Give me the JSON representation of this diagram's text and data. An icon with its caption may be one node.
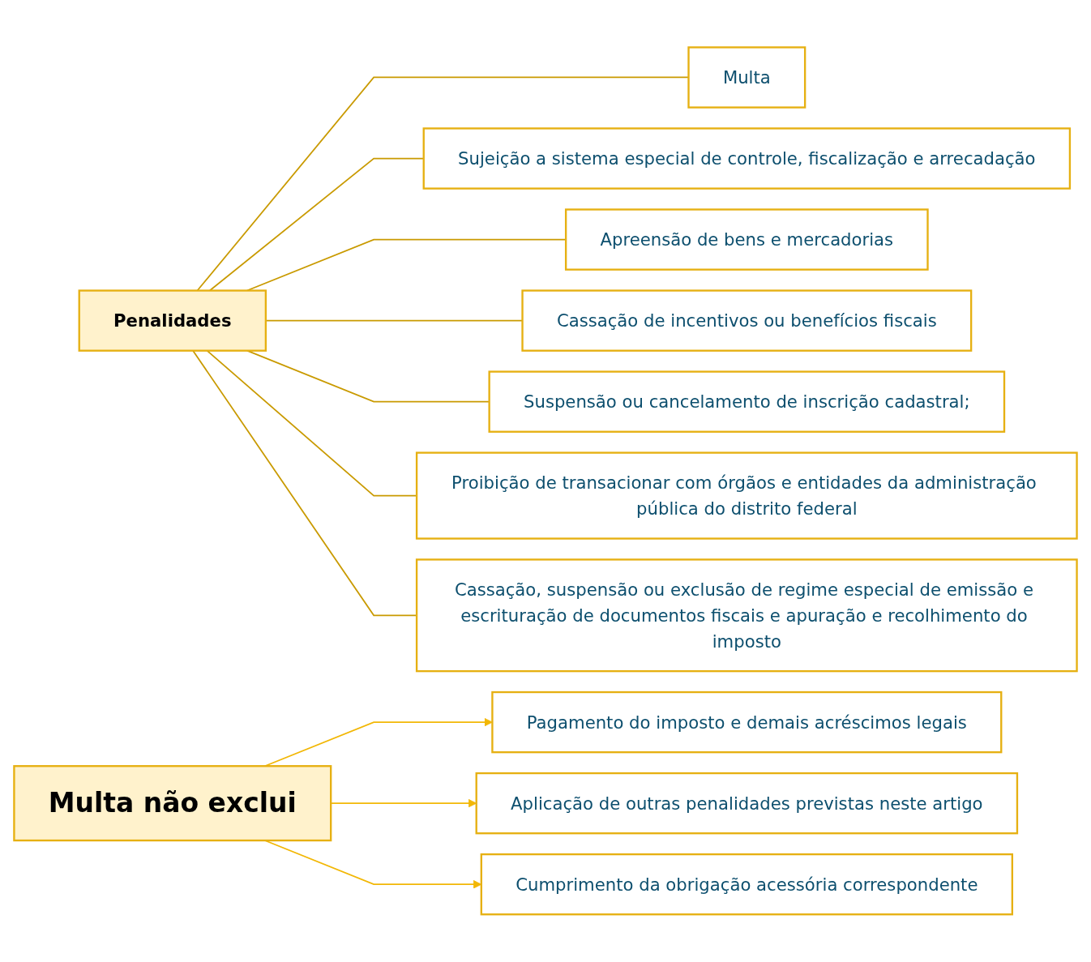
{
  "diagram": {
    "nodes": [
      {
        "text": [
          "Penalidades"
        ]
      },
      {
        "text": [
          "Multa"
        ]
      },
      {
        "text": [
          "Sujeição a sistema especial de controle, fiscalização e arrecadação"
        ]
      },
      {
        "text": [
          "Apreensão de bens e mercadorias"
        ]
      },
      {
        "text": [
          "Cassação de incentivos ou benefícios fiscais"
        ]
      },
      {
        "text": [
          "Suspensão ou cancelamento de inscrição cadastral;"
        ]
      },
      {
        "text": [
          "Proibição de transacionar com órgãos e entidades da administração pública do distrito federal"
        ]
      },
      {
        "text": [
          "Cassação, suspensão ou exclusão de regime especial de emissão e escrituração de documentos fiscais e apuração e recolhimento do imposto"
        ]
      },
      {
        "text": [
          "Multa não exclui"
        ]
      },
      {
        "text": [
          "Pagamento do imposto e demais acréscimos legais"
        ]
      },
      {
        "text": [
          "Aplicação de outras penalidades previstas neste artigo"
        ]
      },
      {
        "text": [
          "Cumprimento da obrigação acessória correspondente"
        ]
      }
    ],
    "edges": [
      {
        "from": 0,
        "to": 1,
        "arrow": "none"
      },
      {
        "from": 0,
        "to": 2,
        "arrow": "none"
      },
      {
        "from": 0,
        "to": 3,
        "arrow": "none"
      },
      {
        "from": 0,
        "to": 4,
        "arrow": "none"
      },
      {
        "from": 0,
        "to": 5,
        "arrow": "none"
      },
      {
        "from": 0,
        "to": 6,
        "arrow": "none"
      },
      {
        "from": 0,
        "to": 7,
        "arrow": "none"
      },
      {
        "from": 8,
        "to": 9,
        "arrow": "to",
        "color": "#f2b705"
      },
      {
        "from": 8,
        "to": 10,
        "arrow": "to",
        "color": "#f2b705"
      },
      {
        "from": 8,
        "to": 11,
        "arrow": "to",
        "color": "#f2b705"
      }
    ]
  }
}
